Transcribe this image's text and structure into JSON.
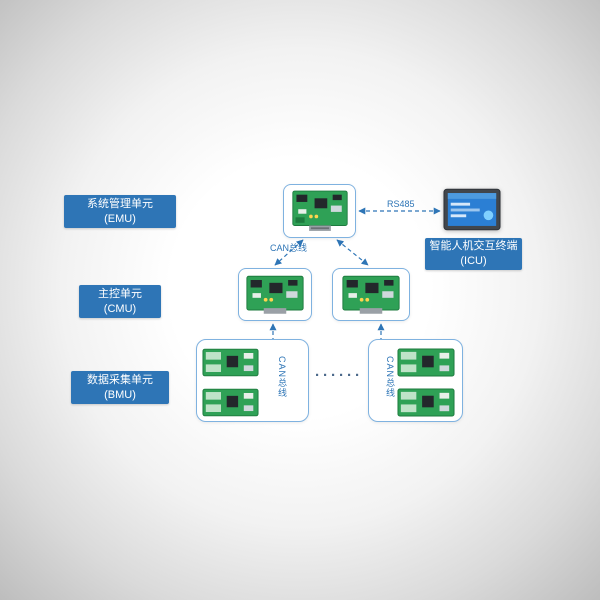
{
  "diagram": {
    "labels": {
      "emu": {
        "line1": "系统管理单元",
        "line2": "(EMU)"
      },
      "cmu": {
        "line1": "主控单元",
        "line2": "(CMU)"
      },
      "bmu": {
        "line1": "数据采集单元",
        "line2": "(BMU)"
      },
      "icu": {
        "line1": "智能人机交互终端",
        "line2": "(ICU)"
      }
    },
    "connections": {
      "rs485": "RS485",
      "can_top": "CAN总线",
      "can_left": "CAN总线",
      "can_right": "CAN总线",
      "ellipsis": "······"
    },
    "colors": {
      "label_bg": "#2e75b6",
      "line_blue": "#2e75b6",
      "node_border": "#7fb2e0",
      "pcb_green": "#2fa156",
      "screen_blue": "#2b7fd4"
    },
    "icons": {
      "emu_board": "pcb-board-icon",
      "cmu_left_board": "pcb-board-icon",
      "cmu_right_board": "pcb-board-icon",
      "bmu_boards": "bmu-board-icon",
      "terminal": "hmi-monitor-icon"
    }
  }
}
